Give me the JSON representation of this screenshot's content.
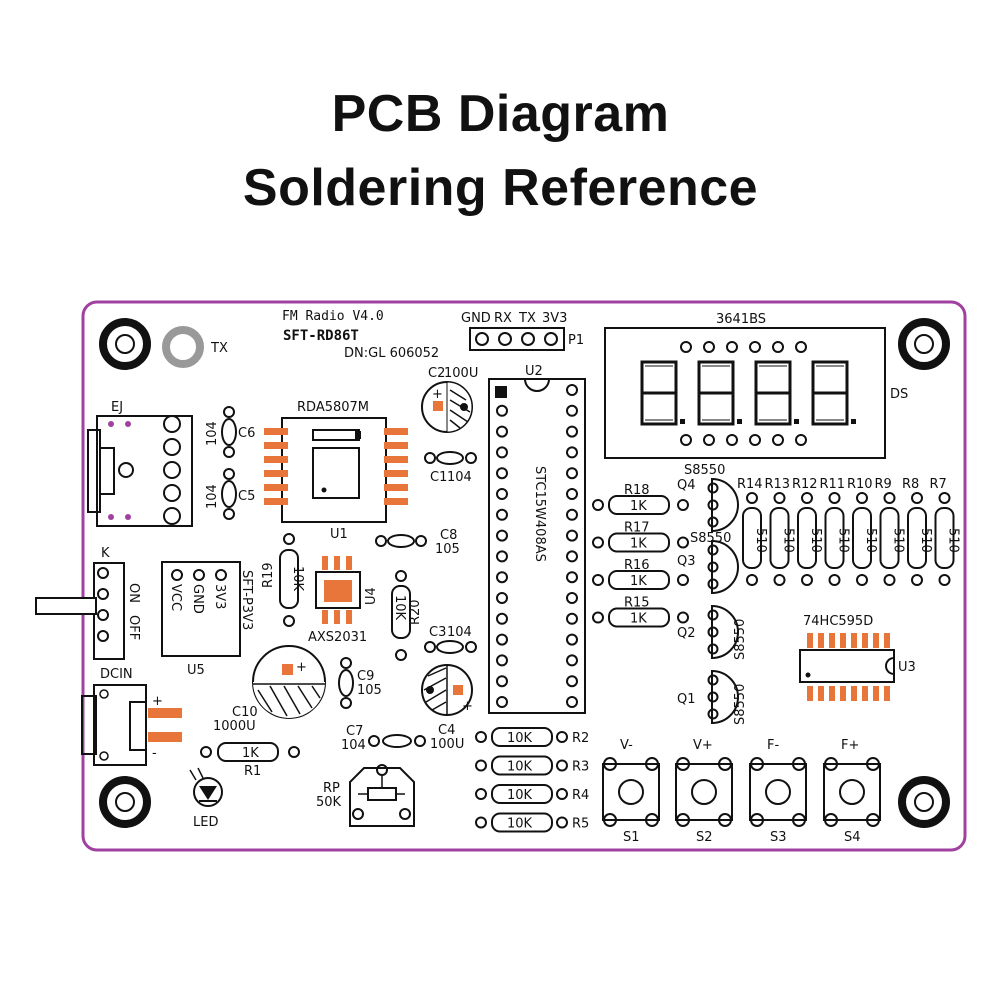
{
  "heading": {
    "line1": "PCB Diagram",
    "line2": "Soldering Reference"
  },
  "colors": {
    "board_outline": "#a040a0",
    "pad": "#e8753a",
    "ink": "#111111",
    "mount_hole": "#999999"
  },
  "board": {
    "title": "FM Radio V4.0",
    "model": "SFT-RD86T",
    "dn": "DN:GL 606052",
    "tx": "TX",
    "header_pins": [
      "GND",
      "RX",
      "TX",
      "3V3"
    ],
    "header_ref": "P1",
    "ej": "EJ",
    "switch": {
      "ref": "K",
      "on": "ON",
      "off": "OFF"
    },
    "dcin": "DCIN",
    "plus": "+",
    "minus": "-",
    "led": "LED",
    "u5": {
      "ref": "U5",
      "pins": [
        "VCC",
        "GND",
        "3V3"
      ],
      "name": "SFT-P3V3"
    },
    "u1": {
      "name": "RDA5807M",
      "ref": "U1"
    },
    "u2": {
      "name": "STC15W408AS",
      "ref": "U2"
    },
    "u3": {
      "name": "74HC595D",
      "ref": "U3"
    },
    "u4": {
      "name": "AXS2031",
      "ref": "U4"
    },
    "display": {
      "name": "3641BS",
      "ref": "DS"
    },
    "rp": {
      "ref": "RP",
      "value": "50K"
    },
    "capacitors": {
      "c6": {
        "ref": "C6",
        "value": "104"
      },
      "c5": {
        "ref": "C5",
        "value": "104"
      },
      "c2": {
        "ref": "C2",
        "value": "100U"
      },
      "c1": {
        "ref": "C1",
        "value": "104"
      },
      "c8": {
        "ref": "C8",
        "value": "105"
      },
      "c3": {
        "ref": "C3",
        "value": "104"
      },
      "c9": {
        "ref": "C9",
        "value": "105"
      },
      "c10": {
        "ref": "C10",
        "value": "1000U"
      },
      "c4": {
        "ref": "C4",
        "value": "100U"
      },
      "c7": {
        "ref": "C7",
        "value": "104"
      }
    },
    "resistors_left": [
      {
        "ref": "R18",
        "value": "1K"
      },
      {
        "ref": "R17",
        "value": "1K"
      },
      {
        "ref": "R16",
        "value": "1K"
      },
      {
        "ref": "R15",
        "value": "1K"
      }
    ],
    "resistors_bottom": [
      {
        "ref": "R2",
        "value": "10K"
      },
      {
        "ref": "R3",
        "value": "10K"
      },
      {
        "ref": "R4",
        "value": "10K"
      },
      {
        "ref": "R5",
        "value": "10K"
      }
    ],
    "resistors_vertical": [
      {
        "ref": "R14",
        "value": "510"
      },
      {
        "ref": "R13",
        "value": "510"
      },
      {
        "ref": "R12",
        "value": "510"
      },
      {
        "ref": "R11",
        "value": "510"
      },
      {
        "ref": "R10",
        "value": "510"
      },
      {
        "ref": "R9",
        "value": "510"
      },
      {
        "ref": "R8",
        "value": "510"
      },
      {
        "ref": "R7",
        "value": "510"
      }
    ],
    "r1": {
      "ref": "R1",
      "value": "1K"
    },
    "r19": {
      "ref": "R19",
      "value": "10K"
    },
    "r20": {
      "ref": "R20",
      "value": "10K"
    },
    "transistors": [
      {
        "ref": "Q4",
        "type": "S8550"
      },
      {
        "ref": "Q3",
        "type": "S8550"
      },
      {
        "ref": "Q2",
        "type": "S8550"
      },
      {
        "ref": "Q1",
        "type": "S8550"
      }
    ],
    "buttons": [
      {
        "ref": "S1",
        "label": "V-"
      },
      {
        "ref": "S2",
        "label": "V+"
      },
      {
        "ref": "S3",
        "label": "F-"
      },
      {
        "ref": "S4",
        "label": "F+"
      }
    ]
  }
}
